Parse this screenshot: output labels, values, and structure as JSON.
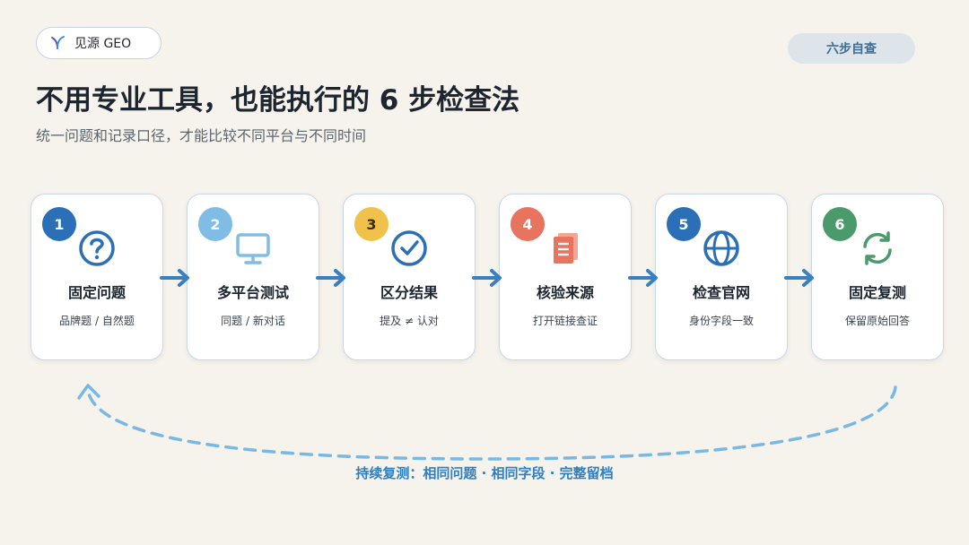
{
  "brand": {
    "name": "见源 GEO",
    "icon": "brand-logo-icon"
  },
  "tag": {
    "label": "六步自查"
  },
  "header": {
    "title": "不用专业工具，也能执行的 6 步检查法",
    "subtitle": "统一问题和记录口径，才能比较不同平台与不同时间"
  },
  "steps": [
    {
      "number": "1",
      "title": "固定问题",
      "desc": "品牌题 / 自然题",
      "icon": "question-icon",
      "color": "#2b6fb6"
    },
    {
      "number": "2",
      "title": "多平台测试",
      "desc": "同题 / 新对话",
      "icon": "monitor-icon",
      "color": "#7fbde6"
    },
    {
      "number": "3",
      "title": "区分结果",
      "desc": "提及 ≠ 认对",
      "icon": "check-circle-icon",
      "color": "#f0c24b"
    },
    {
      "number": "4",
      "title": "核验来源",
      "desc": "打开链接查证",
      "icon": "document-icon",
      "color": "#e8735f"
    },
    {
      "number": "5",
      "title": "检查官网",
      "desc": "身份字段一致",
      "icon": "globe-icon",
      "color": "#2b6fb6"
    },
    {
      "number": "6",
      "title": "固定复测",
      "desc": "保留原始回答",
      "icon": "refresh-icon",
      "color": "#4a9a6c"
    }
  ],
  "footer": {
    "text": "持续复测：相同问题 · 相同字段 · 完整留档"
  },
  "colors": {
    "accent": "#2f7fc0",
    "arrow": "#3a7fc0",
    "loop": "#7ab8e4"
  }
}
